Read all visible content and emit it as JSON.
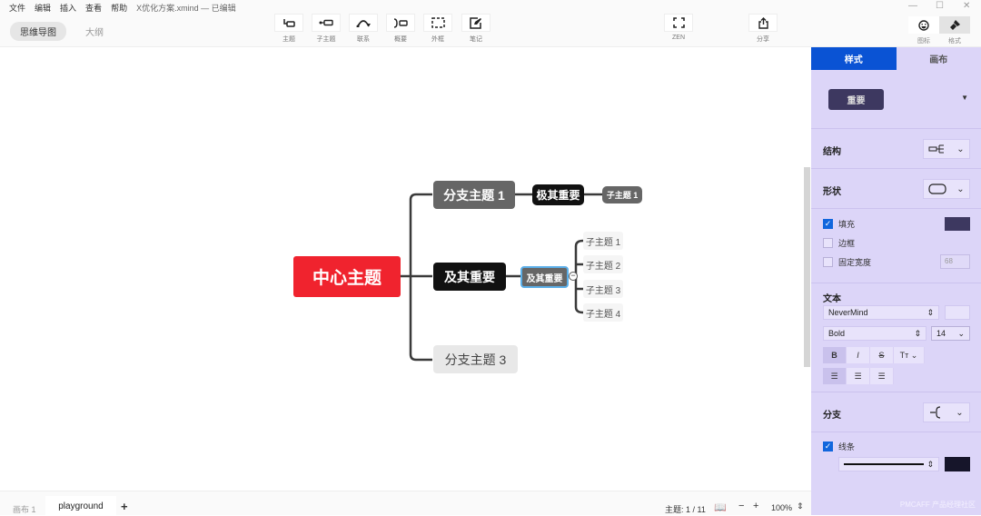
{
  "menu": {
    "items": [
      "文件",
      "编辑",
      "插入",
      "查看",
      "帮助"
    ],
    "title": "X优化方案.xmind — 已编辑"
  },
  "view_tabs": [
    {
      "label": "思维导图",
      "active": true
    },
    {
      "label": "大纲",
      "active": false
    }
  ],
  "toolbar": {
    "topic": "主题",
    "subtopic": "子主题",
    "relation": "联系",
    "summary": "概要",
    "boundary": "外框",
    "note": "笔记",
    "zen": "ZEN",
    "share": "分享"
  },
  "window": {
    "minimize": "—",
    "maximize": "☐",
    "close": "✕"
  },
  "right_toggle": {
    "icon_label": "图标",
    "format_label": "格式"
  },
  "mindmap": {
    "central": "中心主题",
    "branch1": "分支主题 1",
    "branch1_child": "极其重要",
    "branch1_grandchild": "子主题 1",
    "branch2": "及其重要",
    "branch2_child": "及其重要",
    "subtopics": [
      "子主题 1",
      "子主题 2",
      "子主题 3",
      "子主题 4"
    ],
    "branch3": "分支主题 3"
  },
  "colors": {
    "central": "#f0232e",
    "dark": "#111111",
    "gray": "#666666",
    "light": "#e8e8e8",
    "accent": "#0a53d4",
    "selected_border": "#5aaee8",
    "panel_bg": "#dcd5f8",
    "fill_swatch": "#3d3860",
    "line_swatch": "#16152a"
  },
  "panel": {
    "tabs": [
      {
        "label": "样式",
        "active": true
      },
      {
        "label": "画布",
        "active": false
      }
    ],
    "style_preset": "重要",
    "structure_label": "结构",
    "shape_label": "形状",
    "fill_label": "填充",
    "fill_checked": true,
    "border_label": "边框",
    "border_checked": false,
    "fixed_width_label": "固定宽度",
    "fixed_width_checked": false,
    "fixed_width_value": "68",
    "text_label": "文本",
    "font_family": "NeverMind",
    "font_weight": "Bold",
    "font_size": "14",
    "format_buttons": {
      "bold": "B",
      "italic": "I",
      "strike": "S",
      "case": "Tт"
    },
    "branch_label": "分支",
    "line_label": "线条",
    "line_checked": true,
    "watermark": "PMCAFF 产品经理社区"
  },
  "bottom": {
    "sheets": [
      {
        "label": "画布 1",
        "active": false
      },
      {
        "label": "playground",
        "active": true
      }
    ],
    "add": "+",
    "topic_count": "主题: 1 / 11",
    "zoom_out": "−",
    "zoom_in": "+",
    "zoom": "100%"
  }
}
